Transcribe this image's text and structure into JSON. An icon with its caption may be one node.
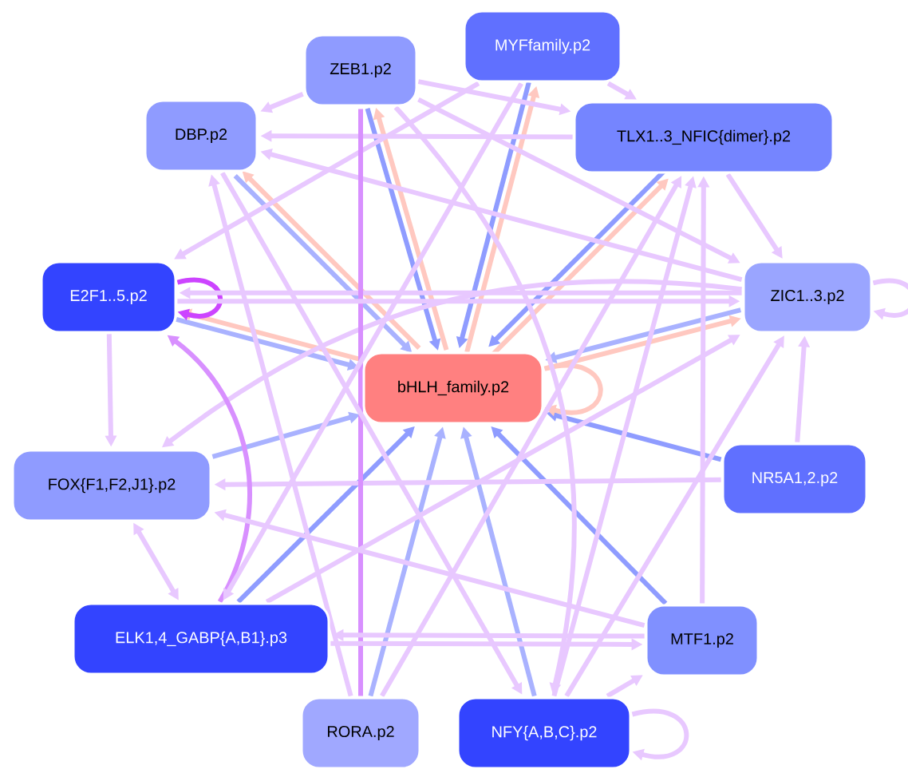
{
  "diagram": {
    "nodes": [
      {
        "text": [
          "ZEB1.p2"
        ]
      },
      {
        "text": [
          "MYFfamily.p2"
        ]
      },
      {
        "text": [
          "DBP.p2"
        ]
      },
      {
        "text": [
          "TLX1..3_NFIC{dimer}.p2"
        ]
      },
      {
        "text": [
          "E2F1..5.p2"
        ]
      },
      {
        "text": [
          "ZIC1..3.p2"
        ]
      },
      {
        "text": [
          "bHLH_family.p2"
        ]
      },
      {
        "text": [
          "FOX{F1,F2,J1}.p2"
        ]
      },
      {
        "text": [
          "NR5A1,2.p2"
        ]
      },
      {
        "text": [
          "ELK1,4_GABP{A,B1}.p3"
        ]
      },
      {
        "text": [
          "MTF1.p2"
        ]
      },
      {
        "text": [
          "RORA.p2"
        ]
      },
      {
        "text": [
          "NFY{A,B,C}.p2"
        ]
      }
    ],
    "edges": [
      {
        "from": 0,
        "to": 6,
        "arrow": "to",
        "color": "#8f9cff"
      },
      {
        "from": 1,
        "to": 6,
        "arrow": "to",
        "color": "#8f9cff"
      },
      {
        "from": 2,
        "to": 6,
        "arrow": "to",
        "color": "#a9b2ff"
      },
      {
        "from": 3,
        "to": 6,
        "arrow": "to",
        "color": "#8f9cff"
      },
      {
        "from": 4,
        "to": 6,
        "arrow": "to",
        "color": "#a9b2ff"
      },
      {
        "from": 5,
        "to": 6,
        "arrow": "to",
        "color": "#a9b2ff"
      },
      {
        "from": 7,
        "to": 6,
        "arrow": "to",
        "color": "#a9b2ff"
      },
      {
        "from": 8,
        "to": 6,
        "arrow": "to",
        "color": "#8f9cff"
      },
      {
        "from": 9,
        "to": 6,
        "arrow": "to",
        "color": "#8f9cff"
      },
      {
        "from": 10,
        "to": 6,
        "arrow": "to",
        "color": "#8f9cff"
      },
      {
        "from": 11,
        "to": 6,
        "arrow": "to",
        "color": "#a9b2ff"
      },
      {
        "from": 12,
        "to": 6,
        "arrow": "to",
        "color": "#a9b2ff"
      },
      {
        "from": 6,
        "to": 0,
        "arrow": "to",
        "color": "#ffc8c0"
      },
      {
        "from": 6,
        "to": 1,
        "arrow": "to",
        "color": "#ffc8c0"
      },
      {
        "from": 6,
        "to": 2,
        "arrow": "to",
        "color": "#ffc8c0"
      },
      {
        "from": 6,
        "to": 3,
        "arrow": "to",
        "color": "#ffc8c0"
      },
      {
        "from": 6,
        "to": 4,
        "arrow": "to",
        "color": "#ffc8c0"
      },
      {
        "from": 6,
        "to": 5,
        "arrow": "to",
        "color": "#ffc8c0"
      },
      {
        "from": 6,
        "to": 6,
        "arrow": "to",
        "color": "#ffc8c0"
      },
      {
        "from": 4,
        "to": 4,
        "arrow": "to",
        "color": "#cc44ff"
      },
      {
        "from": 5,
        "to": 5,
        "arrow": "to"
      },
      {
        "from": 12,
        "to": 12,
        "arrow": "to"
      },
      {
        "from": 0,
        "to": 2,
        "arrow": "to"
      },
      {
        "from": 0,
        "to": 3,
        "arrow": "to"
      },
      {
        "from": 0,
        "to": 5,
        "arrow": "to"
      },
      {
        "from": 1,
        "to": 3,
        "arrow": "to"
      },
      {
        "from": 1,
        "to": 4,
        "arrow": "to"
      },
      {
        "from": 3,
        "to": 5,
        "arrow": "to"
      },
      {
        "from": 5,
        "to": 2,
        "arrow": "to"
      },
      {
        "from": 3,
        "to": 2,
        "arrow": "to"
      },
      {
        "from": 5,
        "to": 4,
        "arrow": "to"
      },
      {
        "from": 4,
        "to": 7,
        "arrow": "to"
      },
      {
        "from": 5,
        "to": 7,
        "arrow": "to"
      },
      {
        "from": 8,
        "to": 5,
        "arrow": "to"
      },
      {
        "from": 8,
        "to": 7,
        "arrow": "to"
      },
      {
        "from": 7,
        "to": 9,
        "arrow": "both"
      },
      {
        "from": 9,
        "to": 4,
        "arrow": "to",
        "color": "#d890ff"
      },
      {
        "from": 11,
        "to": 0,
        "arrow": "none",
        "color": "#d890ff"
      },
      {
        "from": 11,
        "to": 2,
        "arrow": "to"
      },
      {
        "from": 9,
        "to": 10,
        "arrow": "to"
      },
      {
        "from": 12,
        "to": 10,
        "arrow": "to"
      },
      {
        "from": 10,
        "to": 3,
        "arrow": "to"
      },
      {
        "from": 12,
        "to": 3,
        "arrow": "to"
      },
      {
        "from": 11,
        "to": 3,
        "arrow": "to"
      },
      {
        "from": 9,
        "to": 5,
        "arrow": "to"
      },
      {
        "from": 10,
        "to": 7,
        "arrow": "to"
      },
      {
        "from": 12,
        "to": 5,
        "arrow": "to"
      },
      {
        "from": 1,
        "to": 9,
        "arrow": "to"
      },
      {
        "from": 2,
        "to": 12,
        "arrow": "to"
      },
      {
        "from": 0,
        "to": 12,
        "arrow": "to"
      },
      {
        "from": 10,
        "to": 9,
        "arrow": "to"
      },
      {
        "from": 4,
        "to": 5,
        "arrow": "to"
      }
    ]
  }
}
